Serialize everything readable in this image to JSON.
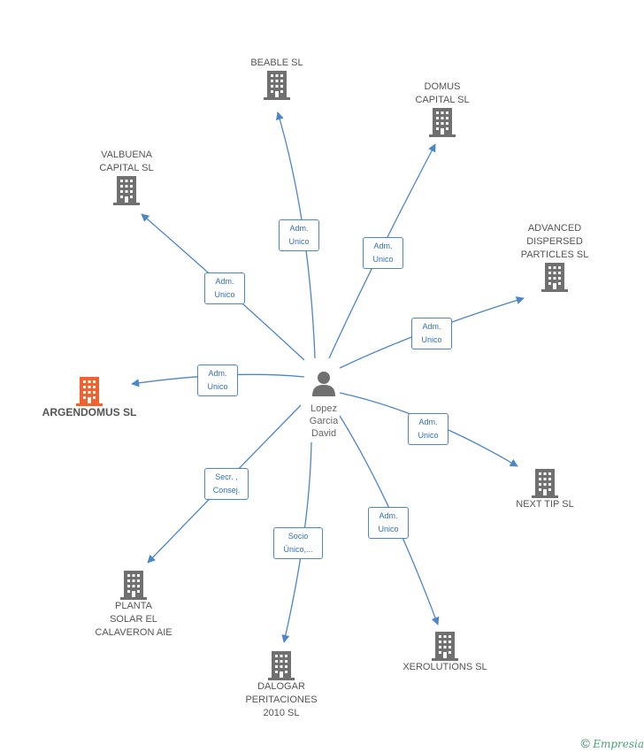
{
  "center": {
    "name": "Lopez\nGarcia\nDavid",
    "icon": "person-icon"
  },
  "focus_company": {
    "name": "ARGENDOMUS SL",
    "icon": "building-icon",
    "color": "#f2622e"
  },
  "companies": [
    {
      "id": "beable",
      "name": "BEABLE SL",
      "relation": "Adm.\nUnico"
    },
    {
      "id": "domus",
      "name": "DOMUS\nCAPITAL SL",
      "relation": "Adm.\nUnico"
    },
    {
      "id": "valbuena",
      "name": "VALBUENA\nCAPITAL SL",
      "relation": "Adm.\nUnico"
    },
    {
      "id": "advanced",
      "name": "ADVANCED\nDISPERSED\nPARTICLES SL",
      "relation": "Adm.\nUnico"
    },
    {
      "id": "argendomus",
      "name": "ARGENDOMUS SL",
      "relation": "Adm.\nUnico"
    },
    {
      "id": "nexttip",
      "name": "NEXT TIP SL",
      "relation": "Adm.\nUnico"
    },
    {
      "id": "planta",
      "name": "PLANTA\nSOLAR EL\nCALAVERON AIE",
      "relation": "Secr. ,\nConsej."
    },
    {
      "id": "dalogar",
      "name": "DALOGAR\nPERITACIONES\n2010 SL",
      "relation": "Socio\nÚnico,..."
    },
    {
      "id": "xerolutions",
      "name": "XEROLUTIONS SL",
      "relation": "Adm.\nUnico"
    }
  ],
  "colors": {
    "edge": "#4a86c8",
    "building": "#707070",
    "focus": "#f2622e",
    "label_text": "#3370b5"
  },
  "brand": {
    "copyright": "©",
    "name": "Empresia"
  }
}
